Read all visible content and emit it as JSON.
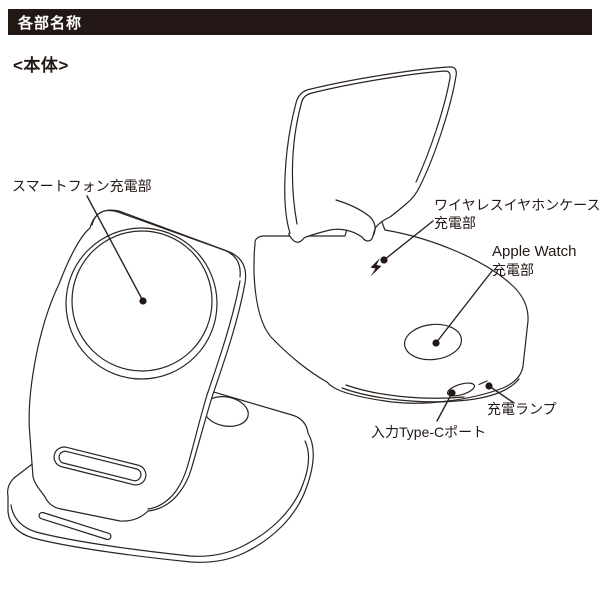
{
  "colors": {
    "background": "#ffffff",
    "ink": "#2b2420",
    "banner_bg": "#231815",
    "banner_text": "#ffffff"
  },
  "header": {
    "title": "各部名称",
    "subtitle": "<本体>"
  },
  "labels": {
    "smartphone": {
      "text": "スマートフォン充電部"
    },
    "earphone_case": {
      "line1": "ワイヤレスイヤホンケース",
      "line2": "充電部"
    },
    "apple_watch": {
      "line1": "Apple Watch",
      "line2": "充電部"
    },
    "charge_lamp": {
      "text": "充電ランプ"
    },
    "typec_port": {
      "text": "入力Type-Cポート"
    }
  },
  "icons": {
    "lightning": "wireless-charging-position-indicator"
  }
}
